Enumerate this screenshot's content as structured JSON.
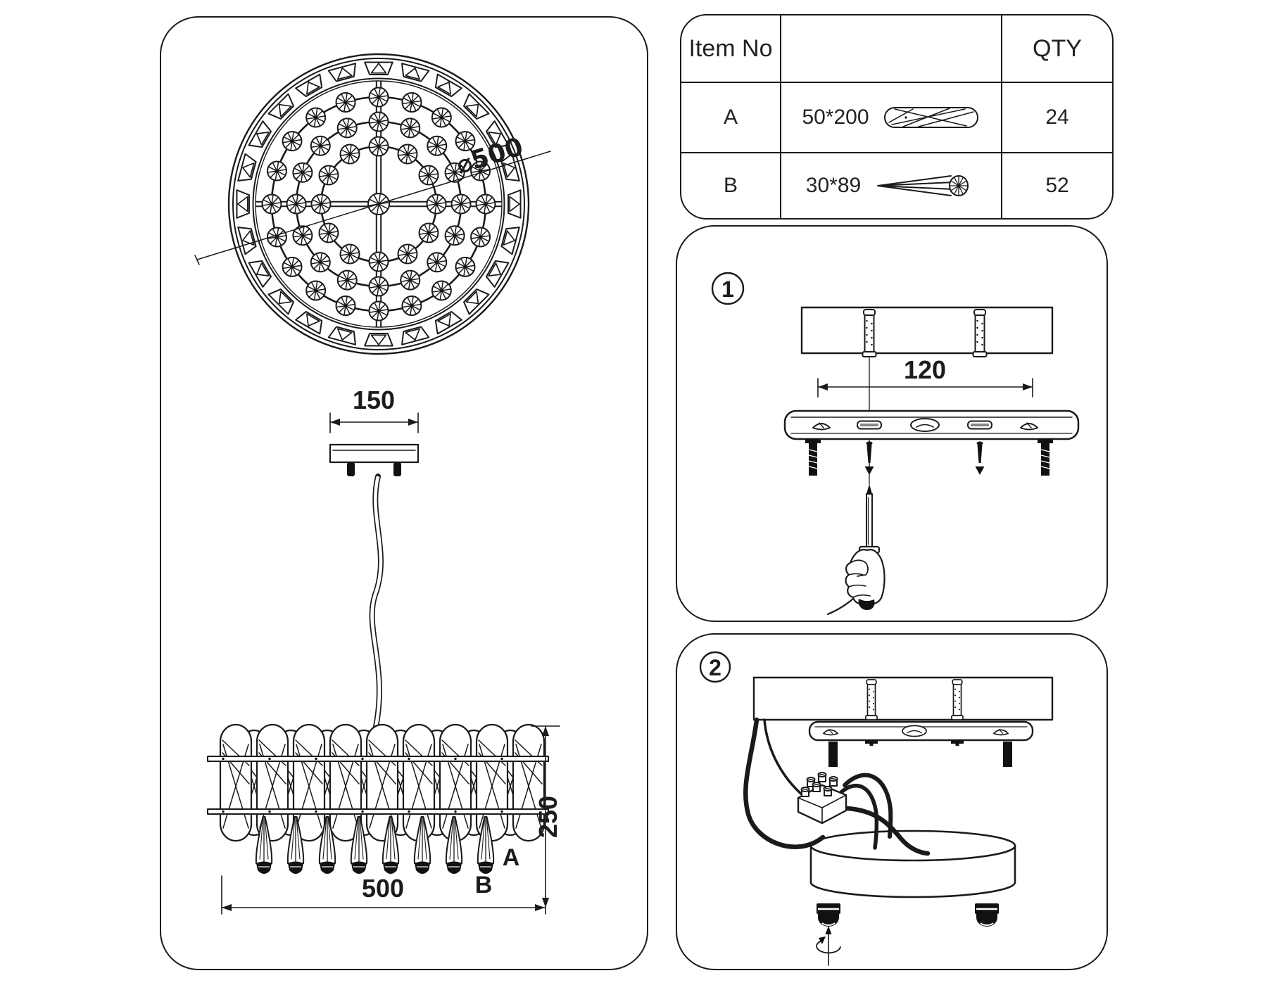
{
  "sheet": {
    "background": "#ffffff",
    "line_color": "#1a1a1a"
  },
  "parts_table": {
    "header": {
      "item_no": "Item No",
      "spec": "",
      "qty": "QTY"
    },
    "rows": [
      {
        "item": "A",
        "size": "50*200",
        "icon": "crystal-baguette-icon",
        "qty": "24"
      },
      {
        "item": "B",
        "size": "30*89",
        "icon": "crystal-cone-icon",
        "qty": "52"
      }
    ]
  },
  "overview": {
    "top_view": {
      "diameter_label": "⌀500",
      "rim_crystal_count": 24,
      "ring_crystal_counts": [
        20,
        16,
        12
      ]
    },
    "side_view": {
      "canopy_width_label": "150",
      "body_width_label": "500",
      "body_height_label": "250",
      "crystal_a_label": "A",
      "crystal_b_label": "B",
      "front_crystal_count": 9,
      "back_crystal_count": 8,
      "drop_count": 8
    }
  },
  "steps": [
    {
      "number": "1",
      "hole_spacing_label": "120"
    },
    {
      "number": "2"
    }
  ],
  "wire_colors": {
    "blue": "#2052c8",
    "red": "#ff6a6a",
    "purple": "#8f7ab5",
    "yellow": "#f0e400",
    "black": "#111111"
  }
}
